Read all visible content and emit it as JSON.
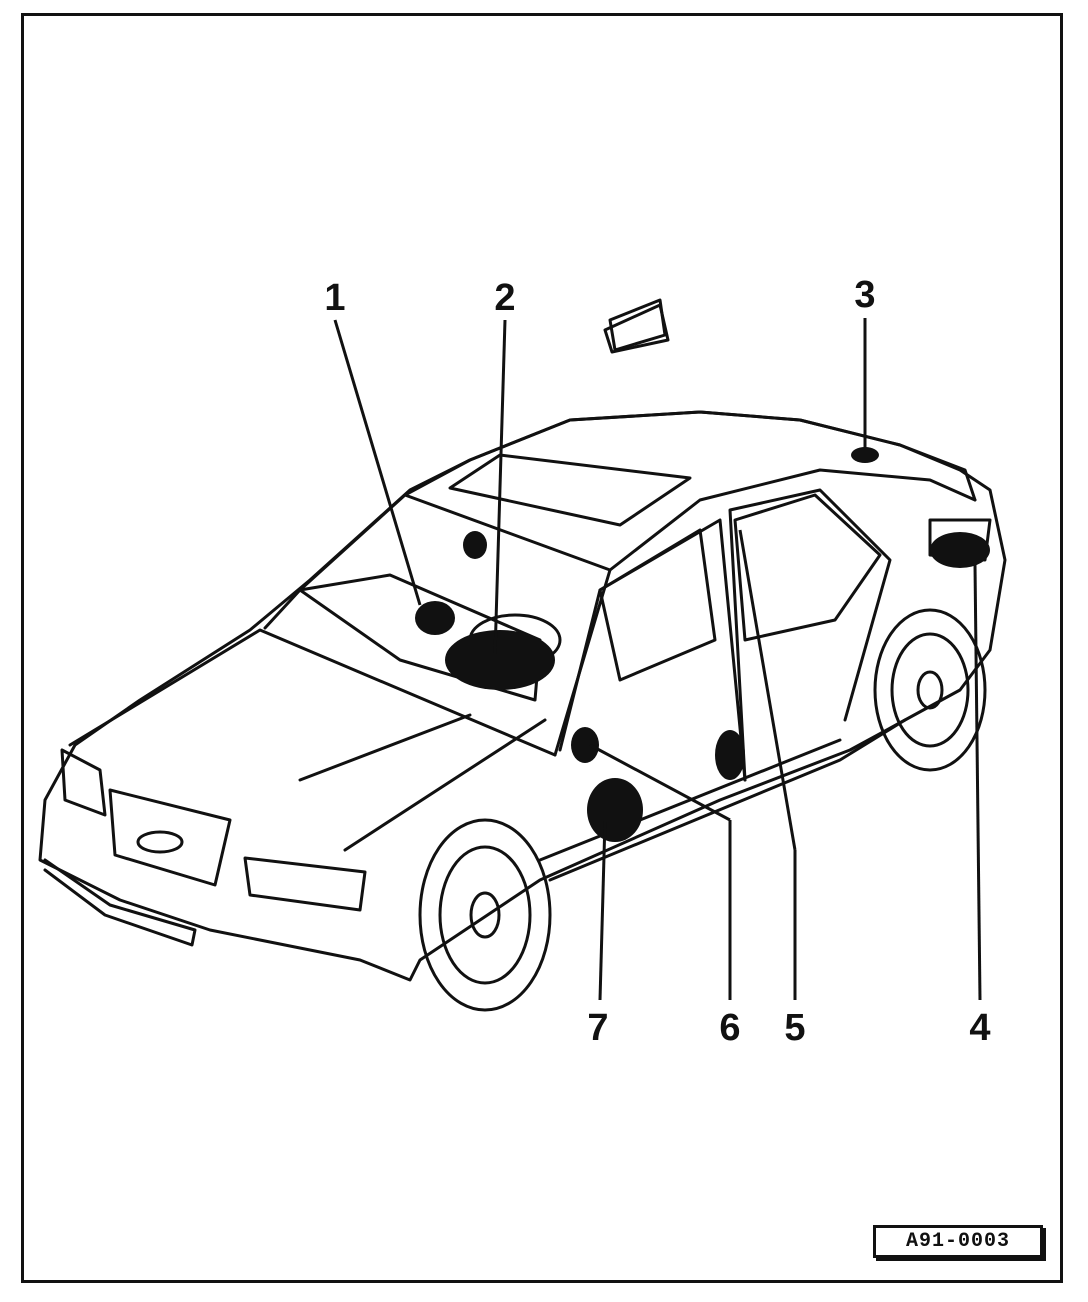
{
  "callouts": [
    {
      "id": "1",
      "label": "1"
    },
    {
      "id": "2",
      "label": "2"
    },
    {
      "id": "3",
      "label": "3"
    },
    {
      "id": "4",
      "label": "4"
    },
    {
      "id": "5",
      "label": "5"
    },
    {
      "id": "6",
      "label": "6"
    },
    {
      "id": "7",
      "label": "7"
    }
  ],
  "figure_code": "A91-0003",
  "colors": {
    "ink": "#111111",
    "paper": "#ffffff"
  }
}
